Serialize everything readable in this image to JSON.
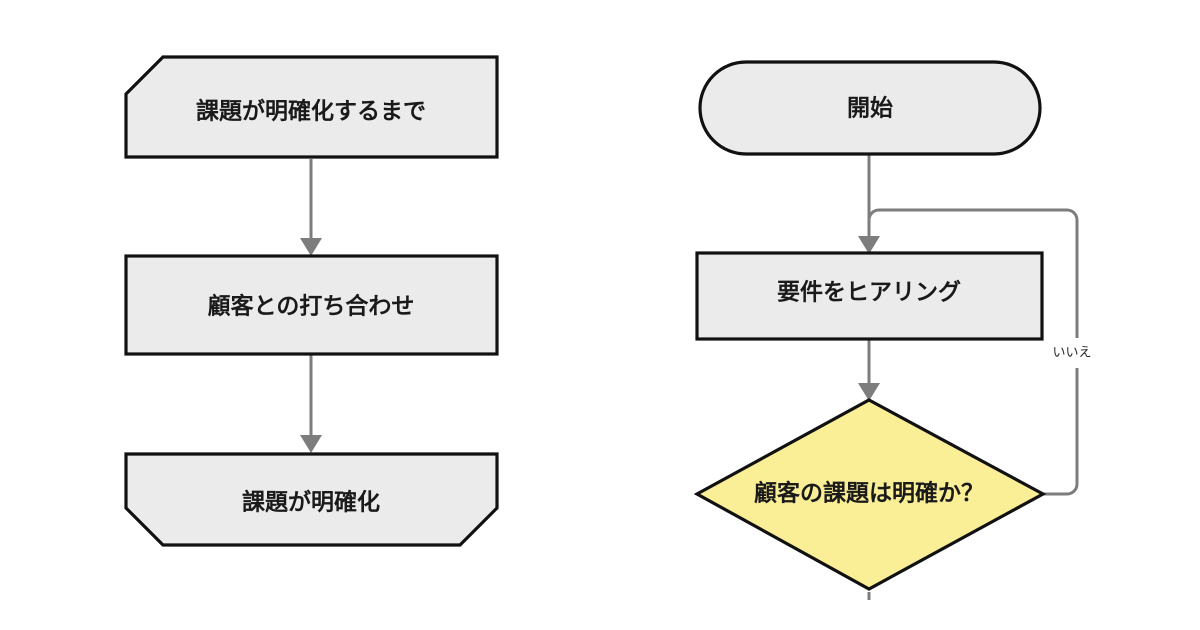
{
  "diagram": {
    "title": "",
    "background_color": "#ffffff",
    "colors": {
      "shape_fill_gray": "#ebebeb",
      "shape_fill_yellow": "#faee96",
      "shape_stroke": "#111111",
      "connector": "#7d7d7d",
      "text": "#1a1a1a",
      "edge_label_text": "#2b2b2b"
    },
    "columns": [
      {
        "name": "loop-group-left",
        "nodes": [
          {
            "id": "loop-start",
            "label": "課題が明確化するまで",
            "shape": "loop-limit-start",
            "fill": "#ebebeb"
          },
          {
            "id": "meeting",
            "label": "顧客との打ち合わせ",
            "shape": "process",
            "fill": "#ebebeb"
          },
          {
            "id": "loop-end",
            "label": "課題が明確化",
            "shape": "loop-limit-end",
            "fill": "#ebebeb"
          }
        ],
        "connectors": [
          {
            "from": "loop-start",
            "to": "meeting",
            "label": "",
            "style": "arrow"
          },
          {
            "from": "meeting",
            "to": "loop-end",
            "label": "",
            "style": "arrow"
          }
        ]
      },
      {
        "name": "decision-loop-right",
        "nodes": [
          {
            "id": "start",
            "label": "開始",
            "shape": "terminator",
            "fill": "#ebebeb"
          },
          {
            "id": "hearing",
            "label": "要件をヒアリング",
            "shape": "process",
            "fill": "#ebebeb"
          },
          {
            "id": "decision",
            "label": "顧客の課題は明確か？",
            "shape": "decision",
            "fill": "#faee96"
          }
        ],
        "connectors": [
          {
            "from": "start",
            "to": "hearing",
            "label": "",
            "style": "arrow"
          },
          {
            "from": "hearing",
            "to": "decision",
            "label": "",
            "style": "arrow"
          },
          {
            "from": "decision",
            "to": "hearing",
            "label": "いいえ",
            "style": "loop-back"
          },
          {
            "from": "decision",
            "to": "",
            "label": "",
            "style": "stub-down"
          }
        ]
      }
    ]
  }
}
